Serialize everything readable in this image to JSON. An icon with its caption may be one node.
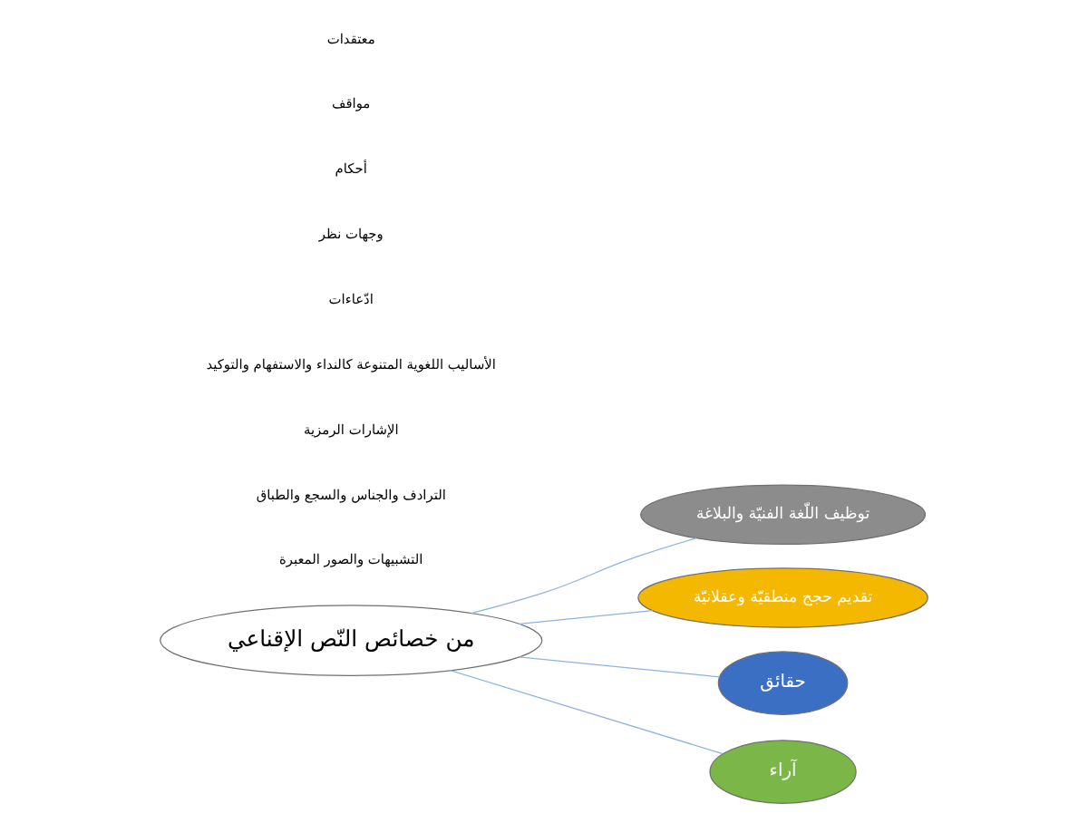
{
  "diagram": {
    "nodes": [
      {
        "text": [
          "من خصائص النّص الإقناعي"
        ]
      },
      {
        "text": [
          "توظيف اللّغة الفنيّة والبلاغة"
        ]
      },
      {
        "text": [
          "تقديم حجج منطقيّة وعقلانيّة"
        ]
      },
      {
        "text": [
          "حقائق"
        ]
      },
      {
        "text": [
          "آراء"
        ]
      }
    ],
    "edges": [
      {
        "from": 0,
        "to": 1,
        "arrow": "none"
      },
      {
        "from": 0,
        "to": 2,
        "arrow": "none"
      },
      {
        "from": 0,
        "to": 3,
        "arrow": "none"
      },
      {
        "from": 0,
        "to": 4,
        "arrow": "none"
      }
    ],
    "labels": [
      "التشبيهات والصور المعبرة",
      "الترادف والجناس والسجع والطباق",
      "الإشارات الرمزية",
      "الأساليب اللغوية المتنوعة كالنداء والاستفهام والتوكيد",
      "ادّعاءات",
      "وجهات نظر",
      "أحكام",
      "مواقف",
      "معتقدات"
    ]
  }
}
